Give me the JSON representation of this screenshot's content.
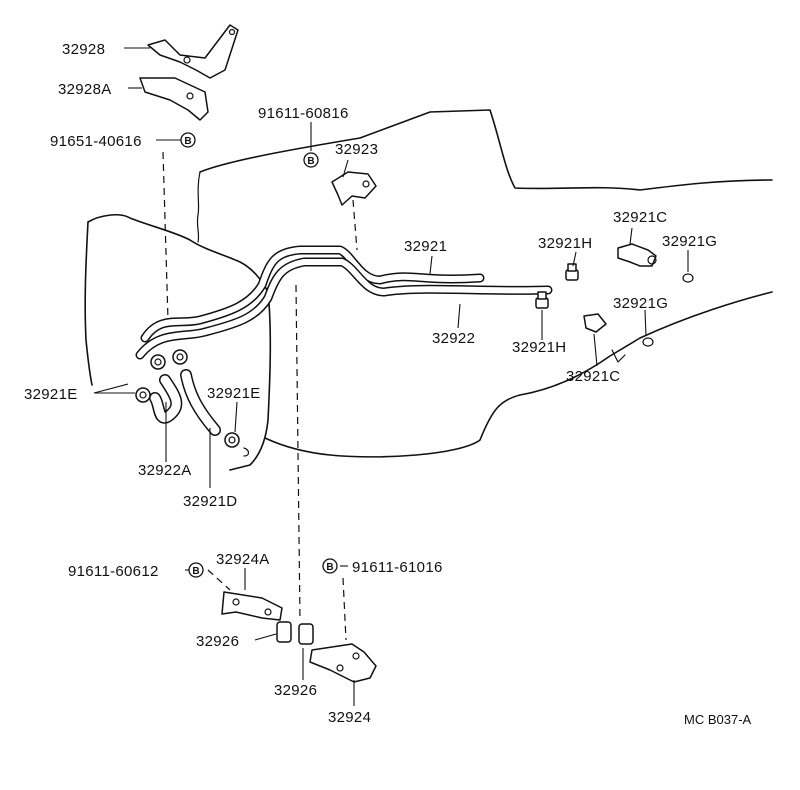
{
  "diagram_code": "MC B037-A",
  "bolt_symbol": "B",
  "labels": {
    "p32928": "32928",
    "p32928A": "32928A",
    "p91651_40616": "91651-40616",
    "p91611_60816": "91611-60816",
    "p32923": "32923",
    "p32921": "32921",
    "p32921H_top": "32921H",
    "p32921C_top": "32921C",
    "p32921G_top": "32921G",
    "p32922": "32922",
    "p32921H_bottom": "32921H",
    "p32921G_bottom": "32921G",
    "p32921C_bottom": "32921C",
    "p32921E_left": "32921E",
    "p32921E_right": "32921E",
    "p32922A": "32922A",
    "p32921D": "32921D",
    "p91611_60612": "91611-60612",
    "p32924A": "32924A",
    "p91611_61016": "91611-61016",
    "p32926_top": "32926",
    "p32926_bottom": "32926",
    "p32924": "32924"
  }
}
